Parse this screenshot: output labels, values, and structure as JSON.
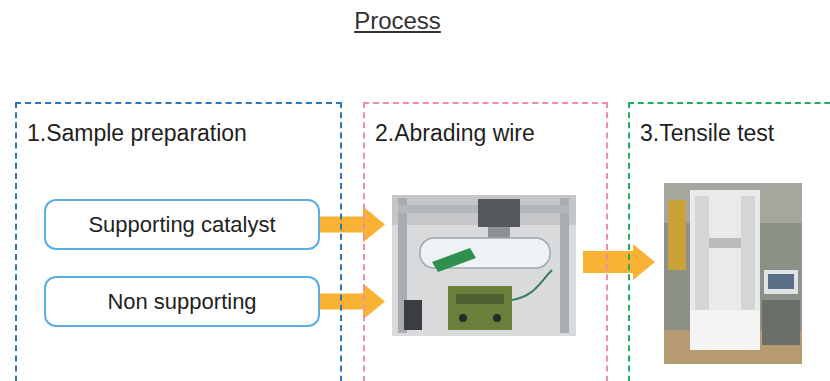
{
  "diagram": {
    "title": "Process",
    "nodes": [
      {
        "text": [
          "1.Sample preparation"
        ]
      },
      {
        "text": [
          "Supporting catalyst"
        ],
        "in": 0
      },
      {
        "text": [
          "Non supporting"
        ],
        "in": 0
      },
      {
        "text": [
          "2.Abrading wire"
        ]
      },
      {
        "text": [
          "3.Tensile test"
        ]
      }
    ],
    "edges": [
      {
        "from": 1,
        "to": 3,
        "arrow": "to"
      },
      {
        "from": 2,
        "to": 3,
        "arrow": "to"
      },
      {
        "from": 3,
        "to": 4,
        "arrow": "to"
      }
    ]
  }
}
